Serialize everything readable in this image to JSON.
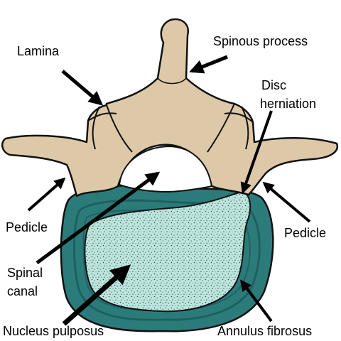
{
  "labels": {
    "spinous_process": "Spinous process",
    "lamina": "Lamina",
    "disc_herniation_line1": "Disc",
    "disc_herniation_line2": "herniation",
    "pedicle_left": "Pedicle",
    "pedicle_right": "Pedicle",
    "spinal_canal_line1": "Spinal",
    "spinal_canal_line2": "canal",
    "nucleus_pulposus": "Nucleus pulposus",
    "annulus_fibrosus": "Annulus fibrosus"
  },
  "colors": {
    "bone": "#ddc9a8",
    "annulus": "#2c7b7b",
    "annulus_dark": "#1b5a5a",
    "nucleus": "#bde6de",
    "nucleus_speckle": "#2f4f4f",
    "outline": "#111111",
    "arrow": "#000000",
    "background": "#ffffff"
  }
}
